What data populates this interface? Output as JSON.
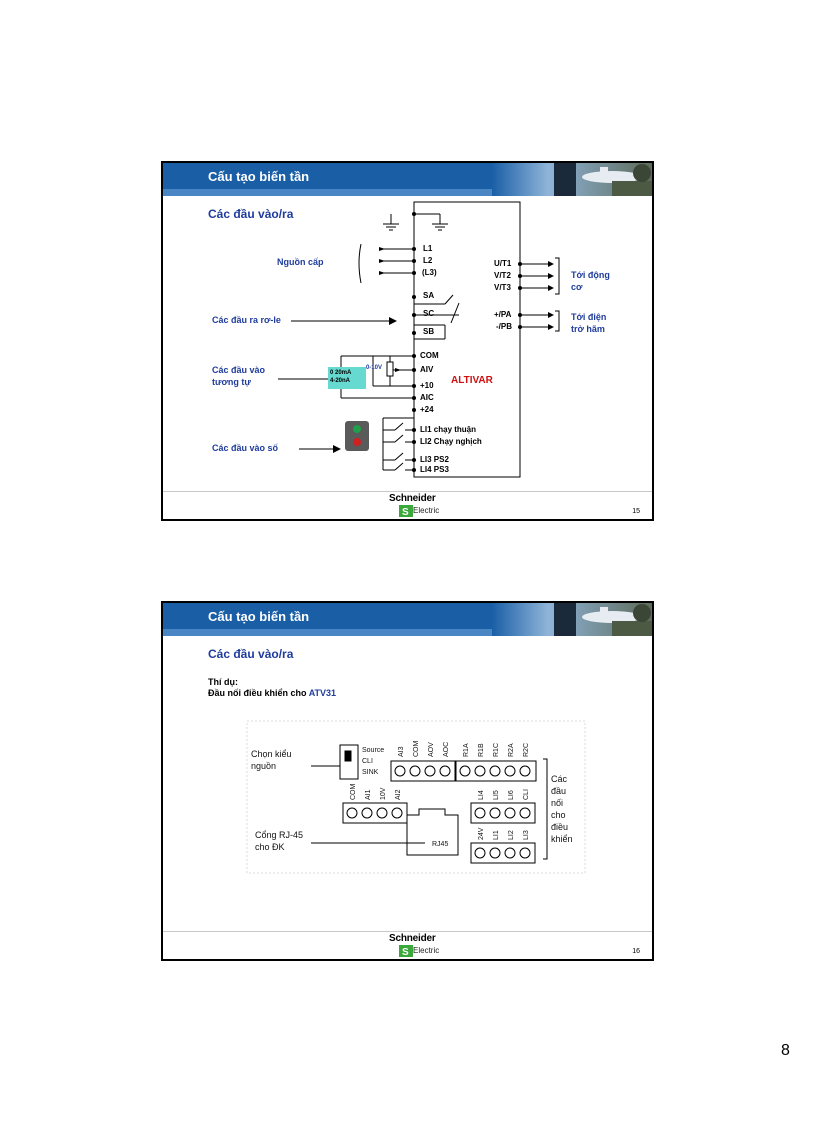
{
  "page_number": "8",
  "slide1": {
    "header_title": "Cấu tạo biến tần",
    "subtitle": "Các đầu vào/ra",
    "labels": {
      "power": "Nguồn cấp",
      "relay": "Các đầu ra rơ-le",
      "analog_line1": "Các đầu vào",
      "analog_line2": "tương tự",
      "digital": "Các đầu vào số",
      "motor_line1": "Tới động",
      "motor_line2": "cơ",
      "brake_line1": "Tới điện",
      "brake_line2": "trở hãm"
    },
    "terminals_left": [
      "L1",
      "L2",
      "(L3)",
      "SA",
      "SC",
      "SB",
      "COM",
      "AIV",
      "+10",
      "AIC",
      "+24",
      "LI1 chạy thuận",
      "LI2 Chạy nghịch",
      "LI3 PS2",
      "LI4 PS3"
    ],
    "terminals_right": [
      "U/T1",
      "V/T2",
      "V/T3",
      "+/PA",
      "-/PB"
    ],
    "brand": "ALTIVAR",
    "analog_box_line1": "0 20mA",
    "analog_box_line2": "4-20nA",
    "voltage_label": "0-10V",
    "logo_top": "Schneider",
    "logo_bottom": "Electric",
    "slide_number": "15"
  },
  "slide2": {
    "header_title": "Cấu tạo biến tần",
    "subtitle": "Các đầu vào/ra",
    "example_label": "Thí dụ:",
    "connection_text": "Đầu nối điều khiển cho ",
    "model": "ATV31",
    "source_select_line1": "Chọn kiểu",
    "source_select_line2": "nguồn",
    "switch_labels": [
      "Source",
      "CLI",
      "SINK"
    ],
    "rj45_line1": "Cổng RJ-45",
    "rj45_line2": "cho ĐK",
    "rj45": "RJ45",
    "control_terminals": [
      "Các",
      "đầu",
      "nối",
      "cho",
      "điều",
      "khiển"
    ],
    "top_terms_analog": [
      "AI3",
      "COM",
      "AOV",
      "AOC"
    ],
    "top_terms_relay": [
      "R1A",
      "R1B",
      "R1C",
      "R2A",
      "R2C"
    ],
    "mid_terms_left": [
      "COM",
      "AI1",
      "10V",
      "AI2"
    ],
    "mid_terms_right": [
      "LI4",
      "LI5",
      "LI6",
      "CLI"
    ],
    "bottom_terms_right": [
      "24V",
      "LI1",
      "LI2",
      "LI3"
    ],
    "logo_top": "Schneider",
    "logo_bottom": "Electric",
    "slide_number": "16"
  },
  "colors": {
    "header": "#1a5fa6",
    "title_blue": "#1f3c9c",
    "brand_red": "#d01010",
    "analog_box": "#66d9d0",
    "logo_green": "#3aa83a"
  }
}
